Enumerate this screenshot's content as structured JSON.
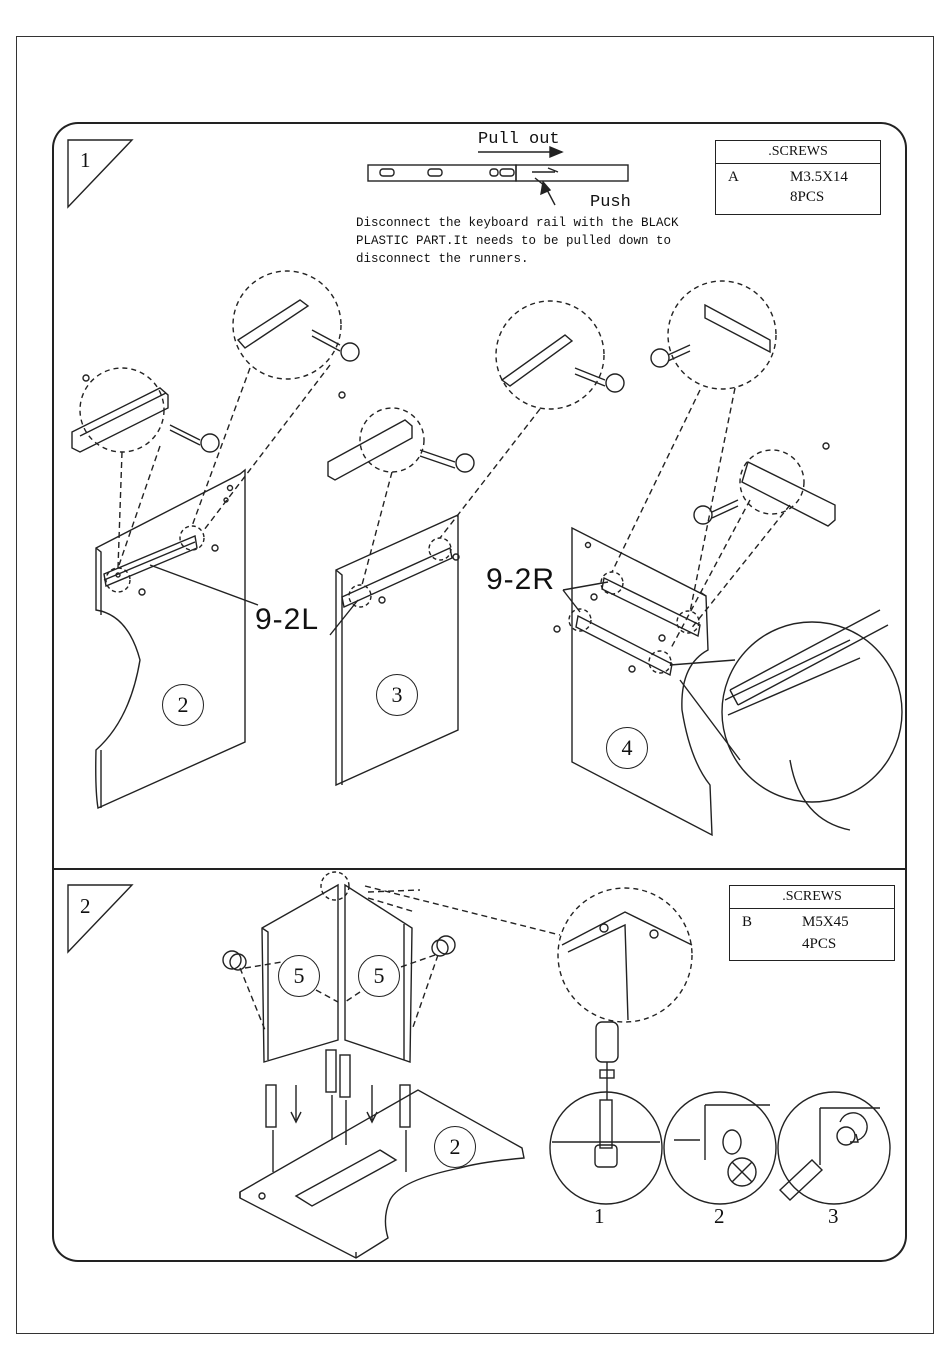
{
  "step1": {
    "number": "1",
    "pull_label": "Pull out",
    "push_label": "Push",
    "instruction": "Disconnect the keyboard rail with the BLACK PLASTIC PART.It needs to be pulled down to disconnect the runners.",
    "screws": {
      "header": ".SCREWS",
      "code": "A",
      "size": "M3.5X14",
      "qty": "8PCS"
    },
    "rail_left_label": "9-2L",
    "rail_right_label": "9-2R",
    "panels": [
      "2",
      "3",
      "4"
    ]
  },
  "step2": {
    "number": "2",
    "screws": {
      "header": ".SCREWS",
      "code": "B",
      "size": "M5X45",
      "qty": "4PCS"
    },
    "side_panels": [
      "5",
      "5"
    ],
    "base_panel": "2",
    "sub_steps": [
      "1",
      "2",
      "3"
    ]
  },
  "colors": {
    "line": "#222222",
    "background": "#ffffff"
  }
}
